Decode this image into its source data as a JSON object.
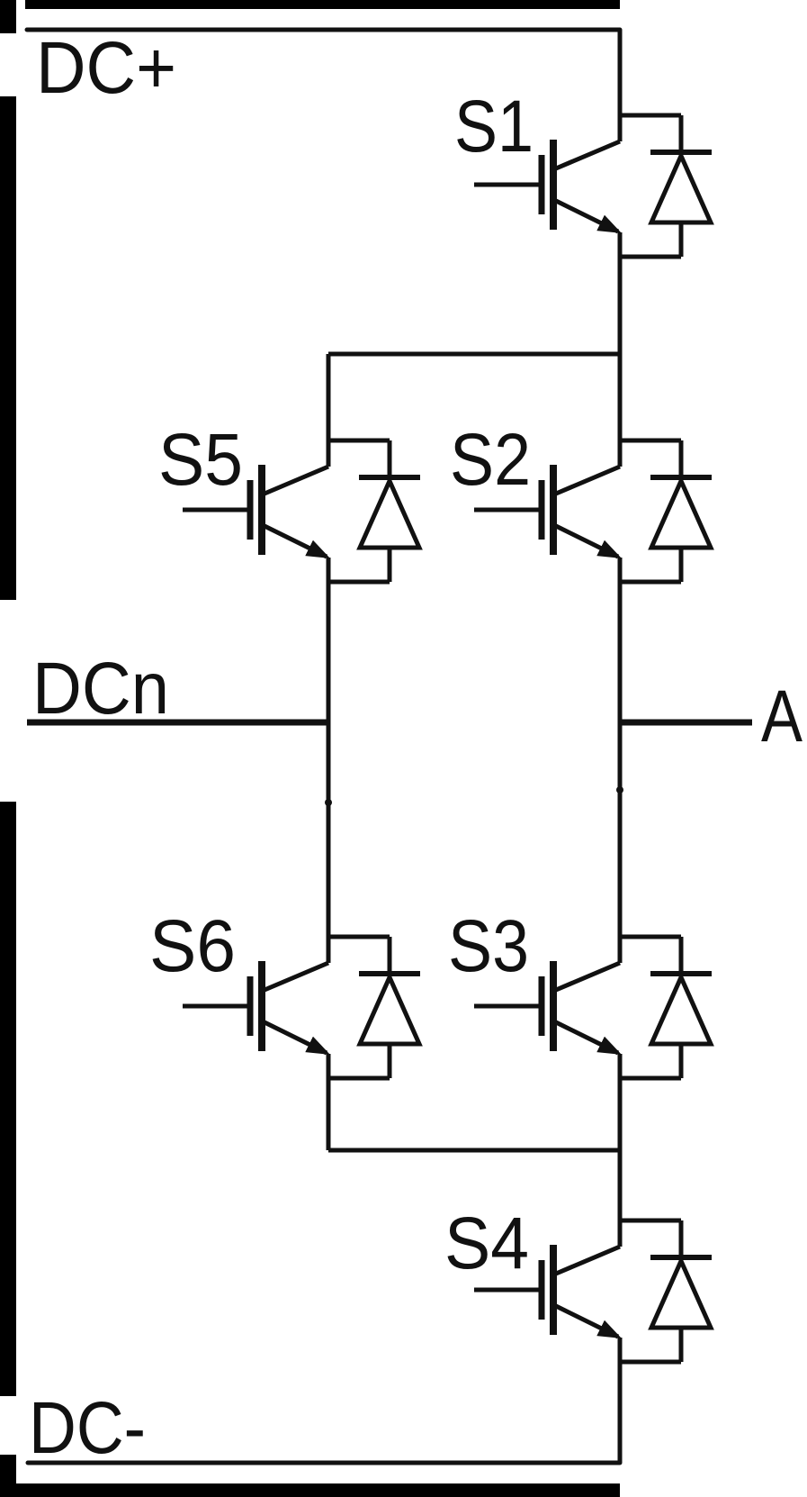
{
  "rails": {
    "dc_plus": "DC+",
    "dc_neutral": "DCn",
    "dc_minus": "DC-",
    "phase_output": "A"
  },
  "switches": [
    {
      "label": "S1"
    },
    {
      "label": "S2"
    },
    {
      "label": "S3"
    },
    {
      "label": "S4"
    },
    {
      "label": "S5"
    },
    {
      "label": "S6"
    }
  ],
  "colors": {
    "line": "#111111",
    "bar": "#000000",
    "background": "#ffffff"
  }
}
